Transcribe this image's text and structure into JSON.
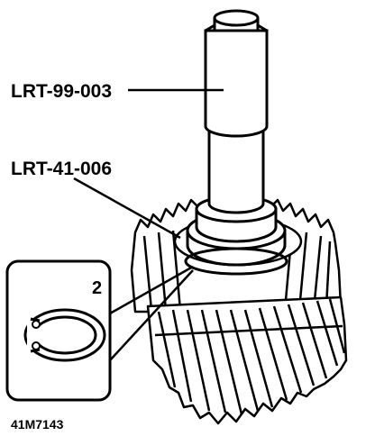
{
  "labels": {
    "tool_1": "LRT-99-003",
    "tool_2": "LRT-41-006",
    "inset_number": "2",
    "figure_code": "41M7143"
  },
  "colors": {
    "ink": "#000000",
    "paper": "#ffffff"
  }
}
